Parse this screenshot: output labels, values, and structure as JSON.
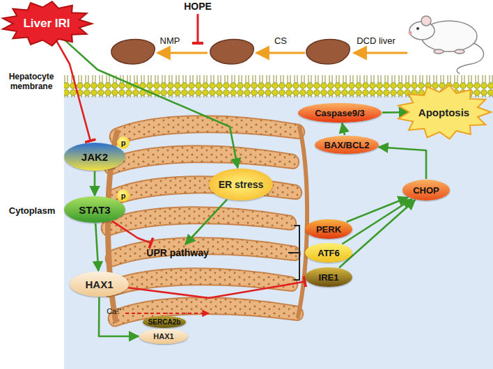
{
  "diagram": {
    "nodes": [
      {
        "text": [
          "Liver IRI"
        ]
      },
      {
        "text": [
          "JAK2"
        ]
      },
      {
        "text": [
          "STAT3"
        ]
      },
      {
        "text": [
          "HAX1"
        ]
      },
      {
        "text": [
          "ER stress"
        ]
      },
      {
        "text": [
          "UPR pathway"
        ]
      },
      {
        "text": [
          "PERK"
        ]
      },
      {
        "text": [
          "ATF6"
        ]
      },
      {
        "text": [
          "IRE1"
        ]
      },
      {
        "text": [
          "CHOP"
        ]
      },
      {
        "text": [
          "BAX/BCL2"
        ]
      },
      {
        "text": [
          "Caspase9/3"
        ]
      },
      {
        "text": [
          "Apoptosis"
        ]
      },
      {
        "text": [
          "SERCA2b"
        ]
      },
      {
        "text": [
          "HAX1"
        ]
      }
    ],
    "edges": [
      {
        "from": 0,
        "to": 1,
        "arrow": "to"
      },
      {
        "from": 0,
        "to": 4,
        "arrow": "to"
      },
      {
        "from": 1,
        "to": 2,
        "arrow": "to"
      },
      {
        "from": 2,
        "to": 3,
        "arrow": "to"
      },
      {
        "from": 2,
        "to": 5,
        "arrow": "to"
      },
      {
        "from": 3,
        "to": 8,
        "arrow": "to"
      },
      {
        "from": 3,
        "to": 14,
        "arrow": "to"
      },
      {
        "from": 4,
        "to": 5,
        "arrow": "to"
      },
      {
        "from": 6,
        "to": 9,
        "arrow": "to"
      },
      {
        "from": 7,
        "to": 9,
        "arrow": "to"
      },
      {
        "from": 8,
        "to": 9,
        "arrow": "to"
      },
      {
        "from": 9,
        "to": 10,
        "arrow": "to"
      },
      {
        "from": 10,
        "to": 11,
        "arrow": "to"
      },
      {
        "from": 11,
        "to": 12,
        "arrow": "to"
      }
    ],
    "labels": [
      "HOPE",
      "NMP",
      "CS",
      "DCD liver",
      "Hepatocyte membrane",
      "Cytoplasm",
      "p",
      "p",
      "Ca²⁺"
    ]
  }
}
